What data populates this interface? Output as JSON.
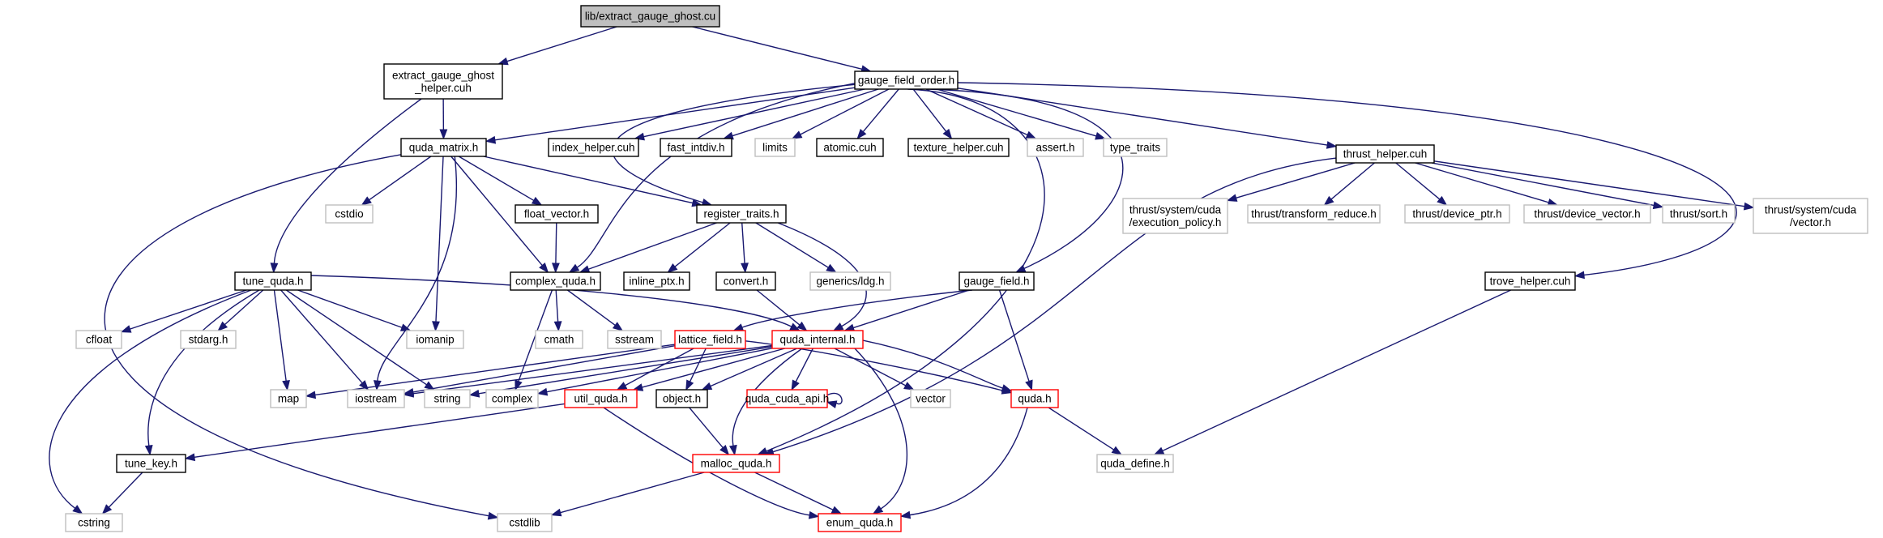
{
  "colors": {
    "edge": "#191970",
    "root_fill": "#bfbfbf",
    "documented_border": "#000000",
    "external_border": "#bfbfbf",
    "truncated_border": "#ff0000",
    "box_fill": "#ffffff"
  },
  "nodes": [
    {
      "id": "root",
      "lines": [
        "lib/extract_gauge_ghost.cu"
      ],
      "kind": "root"
    },
    {
      "id": "egg_helper",
      "lines": [
        "extract_gauge_ghost",
        "_helper.cuh"
      ],
      "kind": "documented"
    },
    {
      "id": "gfo",
      "lines": [
        "gauge_field_order.h"
      ],
      "kind": "documented"
    },
    {
      "id": "quda_matrix",
      "lines": [
        "quda_matrix.h"
      ],
      "kind": "documented"
    },
    {
      "id": "index_helper",
      "lines": [
        "index_helper.cuh"
      ],
      "kind": "documented"
    },
    {
      "id": "fast_intdiv",
      "lines": [
        "fast_intdiv.h"
      ],
      "kind": "documented"
    },
    {
      "id": "limits",
      "lines": [
        "limits"
      ],
      "kind": "external"
    },
    {
      "id": "atomic",
      "lines": [
        "atomic.cuh"
      ],
      "kind": "documented"
    },
    {
      "id": "texture_helper",
      "lines": [
        "texture_helper.cuh"
      ],
      "kind": "documented"
    },
    {
      "id": "assert",
      "lines": [
        "assert.h"
      ],
      "kind": "external"
    },
    {
      "id": "type_traits",
      "lines": [
        "type_traits"
      ],
      "kind": "external"
    },
    {
      "id": "thrust_helper",
      "lines": [
        "thrust_helper.cuh"
      ],
      "kind": "documented"
    },
    {
      "id": "cstdio",
      "lines": [
        "cstdio"
      ],
      "kind": "external"
    },
    {
      "id": "float_vector",
      "lines": [
        "float_vector.h"
      ],
      "kind": "documented"
    },
    {
      "id": "register_traits",
      "lines": [
        "register_traits.h"
      ],
      "kind": "documented"
    },
    {
      "id": "t_exec",
      "lines": [
        "thrust/system/cuda",
        "/execution_policy.h"
      ],
      "kind": "external"
    },
    {
      "id": "t_tr",
      "lines": [
        "thrust/transform_reduce.h"
      ],
      "kind": "external"
    },
    {
      "id": "t_dptr",
      "lines": [
        "thrust/device_ptr.h"
      ],
      "kind": "external"
    },
    {
      "id": "t_dvec",
      "lines": [
        "thrust/device_vector.h"
      ],
      "kind": "external"
    },
    {
      "id": "t_sort",
      "lines": [
        "thrust/sort.h"
      ],
      "kind": "external"
    },
    {
      "id": "t_vec",
      "lines": [
        "thrust/system/cuda",
        "/vector.h"
      ],
      "kind": "external"
    },
    {
      "id": "tune_quda",
      "lines": [
        "tune_quda.h"
      ],
      "kind": "documented"
    },
    {
      "id": "complex_quda",
      "lines": [
        "complex_quda.h"
      ],
      "kind": "documented"
    },
    {
      "id": "inline_ptx",
      "lines": [
        "inline_ptx.h"
      ],
      "kind": "documented"
    },
    {
      "id": "convert",
      "lines": [
        "convert.h"
      ],
      "kind": "documented"
    },
    {
      "id": "ldg",
      "lines": [
        "generics/ldg.h"
      ],
      "kind": "external"
    },
    {
      "id": "gauge_field",
      "lines": [
        "gauge_field.h"
      ],
      "kind": "documented"
    },
    {
      "id": "trove_helper",
      "lines": [
        "trove_helper.cuh"
      ],
      "kind": "documented"
    },
    {
      "id": "cfloat",
      "lines": [
        "cfloat"
      ],
      "kind": "external"
    },
    {
      "id": "stdarg",
      "lines": [
        "stdarg.h"
      ],
      "kind": "external"
    },
    {
      "id": "iomanip",
      "lines": [
        "iomanip"
      ],
      "kind": "external"
    },
    {
      "id": "cmath",
      "lines": [
        "cmath"
      ],
      "kind": "external"
    },
    {
      "id": "sstream",
      "lines": [
        "sstream"
      ],
      "kind": "external"
    },
    {
      "id": "lattice_field",
      "lines": [
        "lattice_field.h"
      ],
      "kind": "truncated"
    },
    {
      "id": "quda_internal",
      "lines": [
        "quda_internal.h"
      ],
      "kind": "truncated"
    },
    {
      "id": "map",
      "lines": [
        "map"
      ],
      "kind": "external"
    },
    {
      "id": "iostream",
      "lines": [
        "iostream"
      ],
      "kind": "external"
    },
    {
      "id": "string",
      "lines": [
        "string"
      ],
      "kind": "external"
    },
    {
      "id": "complex",
      "lines": [
        "complex"
      ],
      "kind": "external"
    },
    {
      "id": "util_quda",
      "lines": [
        "util_quda.h"
      ],
      "kind": "truncated"
    },
    {
      "id": "object",
      "lines": [
        "object.h"
      ],
      "kind": "documented"
    },
    {
      "id": "quda_cuda_api",
      "lines": [
        "quda_cuda_api.h"
      ],
      "kind": "truncated"
    },
    {
      "id": "vector",
      "lines": [
        "vector"
      ],
      "kind": "external"
    },
    {
      "id": "quda_h",
      "lines": [
        "quda.h"
      ],
      "kind": "truncated"
    },
    {
      "id": "tune_key",
      "lines": [
        "tune_key.h"
      ],
      "kind": "documented"
    },
    {
      "id": "malloc_quda",
      "lines": [
        "malloc_quda.h"
      ],
      "kind": "truncated"
    },
    {
      "id": "quda_define",
      "lines": [
        "quda_define.h"
      ],
      "kind": "external"
    },
    {
      "id": "cstring",
      "lines": [
        "cstring"
      ],
      "kind": "external"
    },
    {
      "id": "cstdlib",
      "lines": [
        "cstdlib"
      ],
      "kind": "external"
    },
    {
      "id": "enum_quda",
      "lines": [
        "enum_quda.h"
      ],
      "kind": "truncated"
    }
  ],
  "edges": [
    [
      "root",
      "egg_helper"
    ],
    [
      "root",
      "gfo"
    ],
    [
      "egg_helper",
      "quda_matrix"
    ],
    [
      "egg_helper",
      "tune_quda"
    ],
    [
      "gfo",
      "quda_matrix"
    ],
    [
      "gfo",
      "index_helper"
    ],
    [
      "gfo",
      "fast_intdiv"
    ],
    [
      "gfo",
      "limits"
    ],
    [
      "gfo",
      "atomic"
    ],
    [
      "gfo",
      "texture_helper"
    ],
    [
      "gfo",
      "assert"
    ],
    [
      "gfo",
      "type_traits"
    ],
    [
      "gfo",
      "thrust_helper"
    ],
    [
      "gfo",
      "register_traits"
    ],
    [
      "gfo",
      "complex_quda"
    ],
    [
      "gfo",
      "gauge_field"
    ],
    [
      "gfo",
      "trove_helper"
    ],
    [
      "gfo",
      "malloc_quda"
    ],
    [
      "quda_matrix",
      "cstdio"
    ],
    [
      "quda_matrix",
      "float_vector"
    ],
    [
      "quda_matrix",
      "register_traits"
    ],
    [
      "quda_matrix",
      "complex_quda"
    ],
    [
      "quda_matrix",
      "iomanip"
    ],
    [
      "quda_matrix",
      "iostream"
    ],
    [
      "quda_matrix",
      "cstdlib"
    ],
    [
      "float_vector",
      "complex_quda"
    ],
    [
      "register_traits",
      "complex_quda"
    ],
    [
      "register_traits",
      "inline_ptx"
    ],
    [
      "register_traits",
      "convert"
    ],
    [
      "register_traits",
      "ldg"
    ],
    [
      "register_traits",
      "quda_internal"
    ],
    [
      "thrust_helper",
      "t_exec"
    ],
    [
      "thrust_helper",
      "t_tr"
    ],
    [
      "thrust_helper",
      "t_dptr"
    ],
    [
      "thrust_helper",
      "t_dvec"
    ],
    [
      "thrust_helper",
      "t_sort"
    ],
    [
      "thrust_helper",
      "t_vec"
    ],
    [
      "thrust_helper",
      "malloc_quda"
    ],
    [
      "tune_quda",
      "cfloat"
    ],
    [
      "tune_quda",
      "stdarg"
    ],
    [
      "tune_quda",
      "iomanip"
    ],
    [
      "tune_quda",
      "map"
    ],
    [
      "tune_quda",
      "iostream"
    ],
    [
      "tune_quda",
      "string"
    ],
    [
      "tune_quda",
      "tune_key"
    ],
    [
      "tune_quda",
      "cstring"
    ],
    [
      "tune_quda",
      "quda_internal"
    ],
    [
      "complex_quda",
      "cmath"
    ],
    [
      "complex_quda",
      "sstream"
    ],
    [
      "complex_quda",
      "complex"
    ],
    [
      "convert",
      "quda_internal"
    ],
    [
      "gauge_field",
      "lattice_field"
    ],
    [
      "gauge_field",
      "quda_internal"
    ],
    [
      "gauge_field",
      "quda_h"
    ],
    [
      "trove_helper",
      "quda_define"
    ],
    [
      "lattice_field",
      "map"
    ],
    [
      "lattice_field",
      "iostream"
    ],
    [
      "lattice_field",
      "util_quda"
    ],
    [
      "lattice_field",
      "object"
    ],
    [
      "lattice_field",
      "quda_h"
    ],
    [
      "quda_internal",
      "string"
    ],
    [
      "quda_internal",
      "complex"
    ],
    [
      "quda_internal",
      "vector"
    ],
    [
      "quda_internal",
      "iostream"
    ],
    [
      "quda_internal",
      "util_quda"
    ],
    [
      "quda_internal",
      "object"
    ],
    [
      "quda_internal",
      "quda_cuda_api"
    ],
    [
      "quda_internal",
      "quda_h"
    ],
    [
      "quda_internal",
      "malloc_quda"
    ],
    [
      "quda_internal",
      "enum_quda"
    ],
    [
      "quda_cuda_api",
      "quda_cuda_api"
    ],
    [
      "util_quda",
      "tune_key"
    ],
    [
      "util_quda",
      "enum_quda"
    ],
    [
      "object",
      "malloc_quda"
    ],
    [
      "quda_h",
      "quda_define"
    ],
    [
      "quda_h",
      "enum_quda"
    ],
    [
      "tune_key",
      "cstring"
    ],
    [
      "malloc_quda",
      "cstdlib"
    ],
    [
      "malloc_quda",
      "enum_quda"
    ]
  ]
}
